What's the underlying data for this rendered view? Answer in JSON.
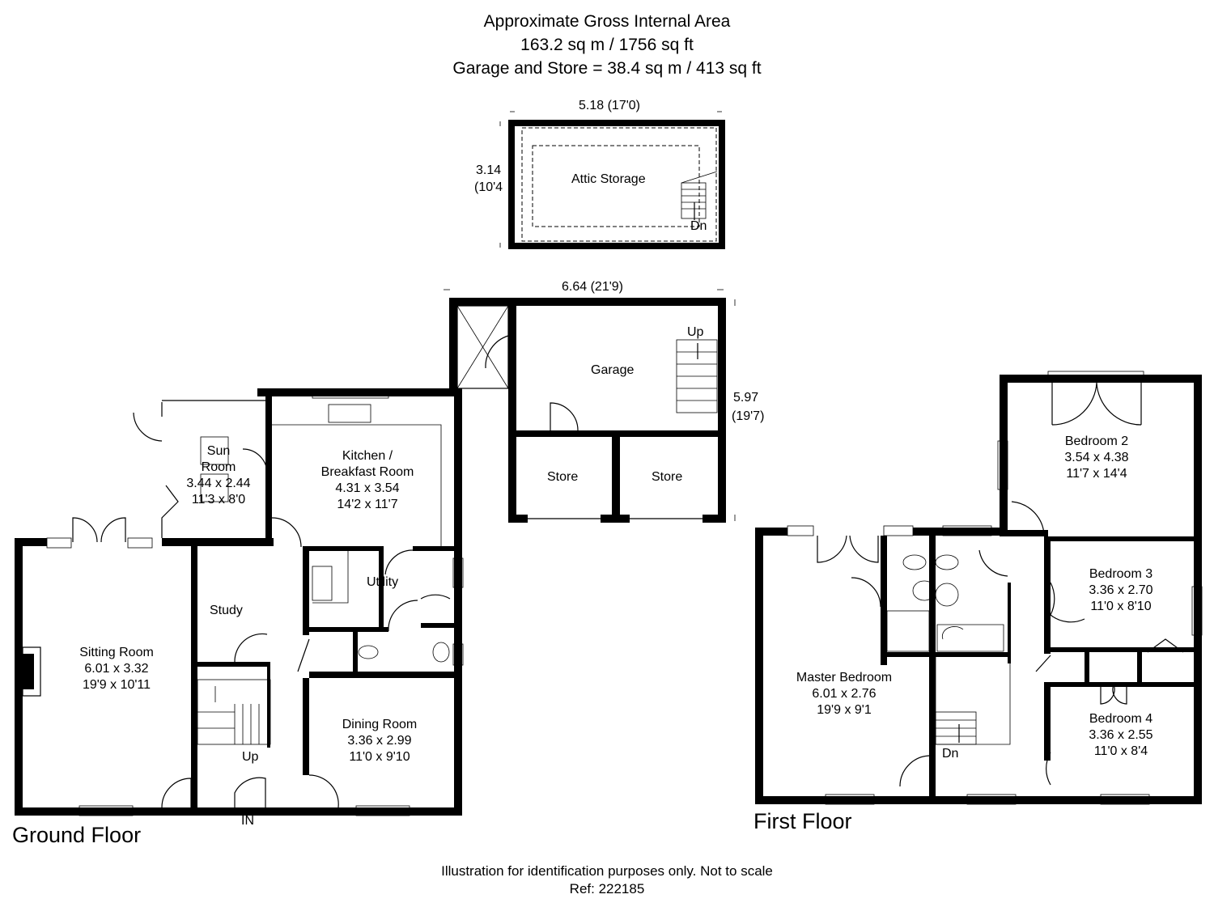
{
  "header": {
    "title": "Approximate Gross Internal Area",
    "total_area": "163.2 sq m / 1756 sq ft",
    "garage_area": "Garage and Store = 38.4 sq m / 413 sq ft"
  },
  "attic": {
    "width_dim": "5.18 (17'0)",
    "height_dim_metric": "3.14",
    "height_dim_imperial": "(10'4",
    "label": "Attic Storage",
    "stairs": "Dn"
  },
  "garage": {
    "width_dim": "6.64 (21'9)",
    "height_dim_metric": "5.97",
    "height_dim_imperial": "(19'7)",
    "label": "Garage",
    "stairs": "Up",
    "store_left": "Store",
    "store_right": "Store"
  },
  "ground_floor": {
    "floor_label": "Ground Floor",
    "sun_room": {
      "name1": "Sun",
      "name2": "Room",
      "metric": "3.44 x 2.44",
      "imperial": "11'3 x 8'0"
    },
    "kitchen": {
      "name1": "Kitchen /",
      "name2": "Breakfast Room",
      "metric": "4.31 x 3.54",
      "imperial": "14'2 x 11'7"
    },
    "utility": "Utility",
    "study": "Study",
    "sitting_room": {
      "name": "Sitting Room",
      "metric": "6.01 x 3.32",
      "imperial": "19'9 x 10'11"
    },
    "dining_room": {
      "name": "Dining Room",
      "metric": "3.36 x 2.99",
      "imperial": "11'0 x 9'10"
    },
    "stairs": "Up",
    "entrance": "IN"
  },
  "first_floor": {
    "floor_label": "First Floor",
    "bedroom2": {
      "name": "Bedroom 2",
      "metric": "3.54 x 4.38",
      "imperial": "11'7 x 14'4"
    },
    "bedroom3": {
      "name": "Bedroom 3",
      "metric": "3.36 x 2.70",
      "imperial": "11'0 x 8'10"
    },
    "bedroom4": {
      "name": "Bedroom 4",
      "metric": "3.36 x 2.55",
      "imperial": "11'0 x 8'4"
    },
    "master": {
      "name": "Master Bedroom",
      "metric": "6.01 x 2.76",
      "imperial": "19'9 x 9'1"
    },
    "stairs": "Dn"
  },
  "footer": {
    "disclaimer": "Illustration for identification purposes only. Not to scale",
    "ref": "Ref: 222185"
  }
}
